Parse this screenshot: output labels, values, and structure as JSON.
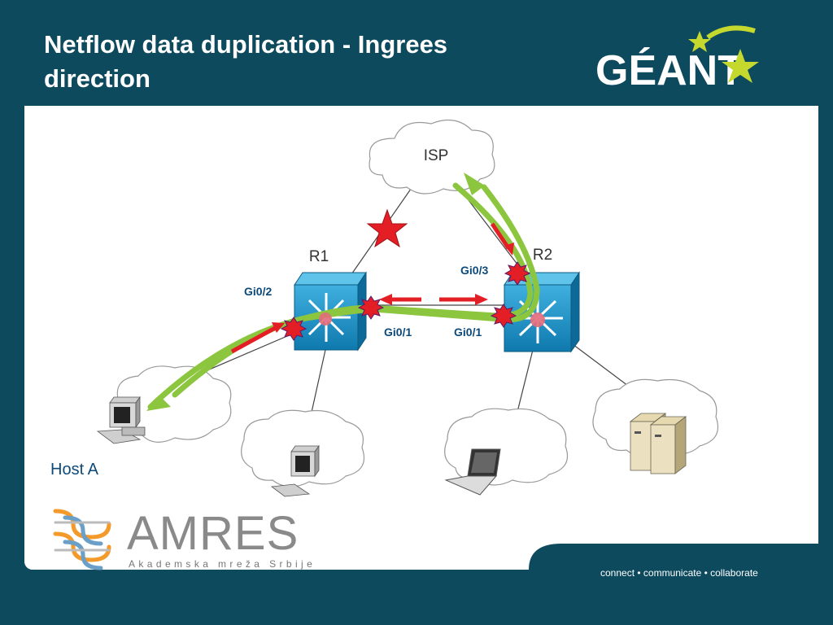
{
  "slide": {
    "title": "Netflow data duplication - Ingrees direction",
    "footer_tagline": "connect • communicate • collaborate"
  },
  "logos": {
    "geant": "GÉANT",
    "amres": "AMRES",
    "amres_sub": "Akademska mreža Srbije"
  },
  "diagram": {
    "isp_label": "ISP",
    "r1_label": "R1",
    "r2_label": "R2",
    "r1_gi02": "Gi0/2",
    "r1_gi01": "Gi0/1",
    "r2_gi01": "Gi0/1",
    "r2_gi03": "Gi0/3",
    "host_a": "Host A"
  },
  "colors": {
    "background": "#0d4a5e",
    "router": "#1a8ec2",
    "flow_green": "#8cc63f",
    "arrow_red": "#e31e24",
    "label_blue": "#0d4a7a"
  }
}
